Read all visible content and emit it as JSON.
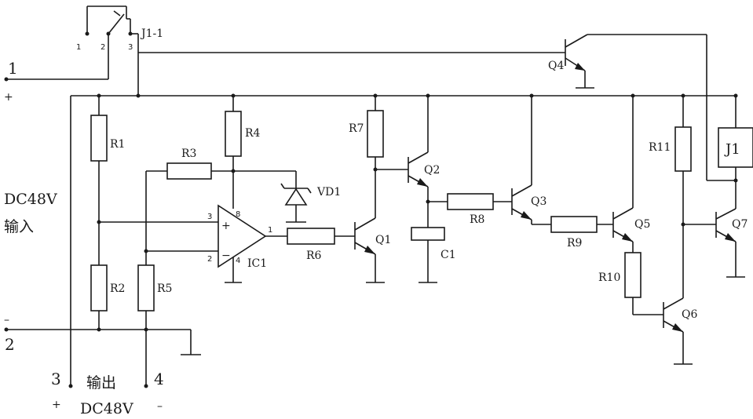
{
  "relay_contact": {
    "label": "J1-1",
    "pins": [
      "1",
      "2",
      "3"
    ]
  },
  "input": {
    "terminal_pos": "1",
    "terminal_neg": "2",
    "plus_sign": "+",
    "minus_sign": "–",
    "voltage": "DC48V",
    "label": "输入"
  },
  "output": {
    "terminal_pos": "3",
    "terminal_neg": "4",
    "label": "输出",
    "voltage": "DC48V",
    "plus_sign": "+",
    "minus_sign": "–"
  },
  "resistors": [
    "R1",
    "R2",
    "R3",
    "R4",
    "R5",
    "R6",
    "R7",
    "R8",
    "R9",
    "R10",
    "R11"
  ],
  "transistors": [
    "Q1",
    "Q2",
    "Q3",
    "Q4",
    "Q5",
    "Q6",
    "Q7"
  ],
  "capacitor": "C1",
  "zener": "VD1",
  "opamp": {
    "label": "IC1",
    "pin_plus": "3",
    "pin_minus": "2",
    "pin_out": "1",
    "pin_vcc": "8",
    "pin_gnd": "4",
    "sym_plus": "+",
    "sym_minus": "−"
  },
  "relay_coil": "J1"
}
